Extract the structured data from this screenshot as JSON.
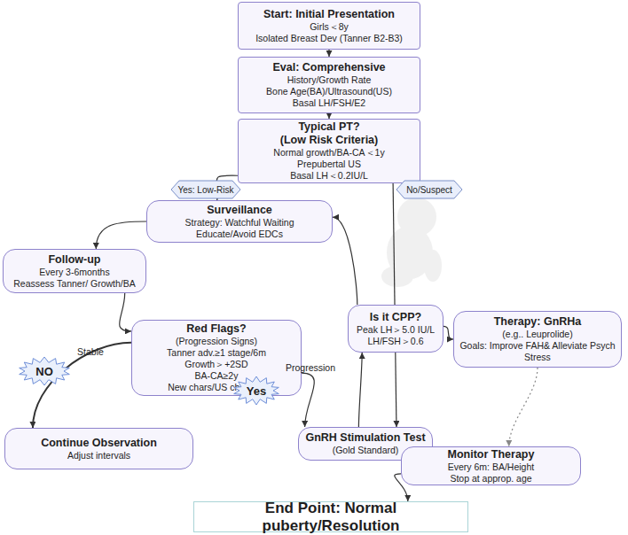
{
  "diagram": {
    "nodes": [
      {
        "text": [
          "Start: Initial Presentation",
          "Girls＜8y",
          "Isolated Breast Dev (Tanner B2-B3)"
        ]
      },
      {
        "text": [
          "Eval: Comprehensive",
          "History/Growth Rate",
          "Bone Age(BA)/Ultrasound(US)",
          "Basal LH/FSH/E2"
        ]
      },
      {
        "text": [
          "Typical PT?",
          "(Low Risk Criteria)",
          "Normal growth/BA-CA＜1y",
          "Prepubertal US",
          "Basal LH＜0.2IU/L"
        ]
      },
      {
        "text": [
          "Surveillance",
          "Strategy: Watchful Waiting",
          "Educate/Avoid EDCs"
        ]
      },
      {
        "text": [
          "Follow-up",
          "Every 3-6months",
          "Reassess Tanner/ Growth/BA"
        ]
      },
      {
        "text": [
          "Red Flags?",
          "(Progression Signs)",
          "Tanner adv.≥1 stage/6m",
          "Growth＞+2SD",
          "BA-CA≥2y",
          "New chars/US changes"
        ]
      },
      {
        "text": [
          "Is it CPP?",
          "Peak LH＞5.0 IU/L",
          "LH/FSH＞0.6"
        ]
      },
      {
        "text": [
          "Therapy: GnRHa",
          "(e.g.. Leuprolide)",
          "Goals: Improve FAH& Alleviate Psych Stress"
        ]
      },
      {
        "text": [
          "Continue Observation",
          "Adjust intervals"
        ]
      },
      {
        "text": [
          "GnRH Stimulation Test",
          "(Gold Standard)"
        ]
      },
      {
        "text": [
          "Monitor Therapy",
          "Every 6m: BA/Height",
          "Stop at approp. age"
        ]
      },
      {
        "text": [
          "End Point: Normal puberty/Resolution"
        ]
      }
    ],
    "edges": [
      {
        "from": 0,
        "to": 1,
        "arrow": "to"
      },
      {
        "from": 1,
        "to": 2,
        "arrow": "to"
      },
      {
        "from": 2,
        "to": 3,
        "label": "Yes: Low-Risk",
        "arrow": "to"
      },
      {
        "from": 2,
        "to": 9,
        "label": "No/Suspect",
        "arrow": "to"
      },
      {
        "from": 3,
        "to": 4,
        "arrow": "to"
      },
      {
        "from": 4,
        "to": 5,
        "arrow": "to"
      },
      {
        "from": 5,
        "to": 8,
        "label": "Stable",
        "arrow": "to"
      },
      {
        "from": 5,
        "to": 9,
        "label": "Progression",
        "arrow": "to"
      },
      {
        "from": 9,
        "to": 6,
        "arrow": "to"
      },
      {
        "from": 6,
        "to": 3,
        "arrow": "to"
      },
      {
        "from": 6,
        "to": 7,
        "arrow": "to"
      },
      {
        "from": 7,
        "to": 10,
        "arrow": "to"
      },
      {
        "from": 10,
        "to": 11,
        "arrow": "to"
      }
    ],
    "labels": [
      "NO",
      "Yes"
    ]
  }
}
